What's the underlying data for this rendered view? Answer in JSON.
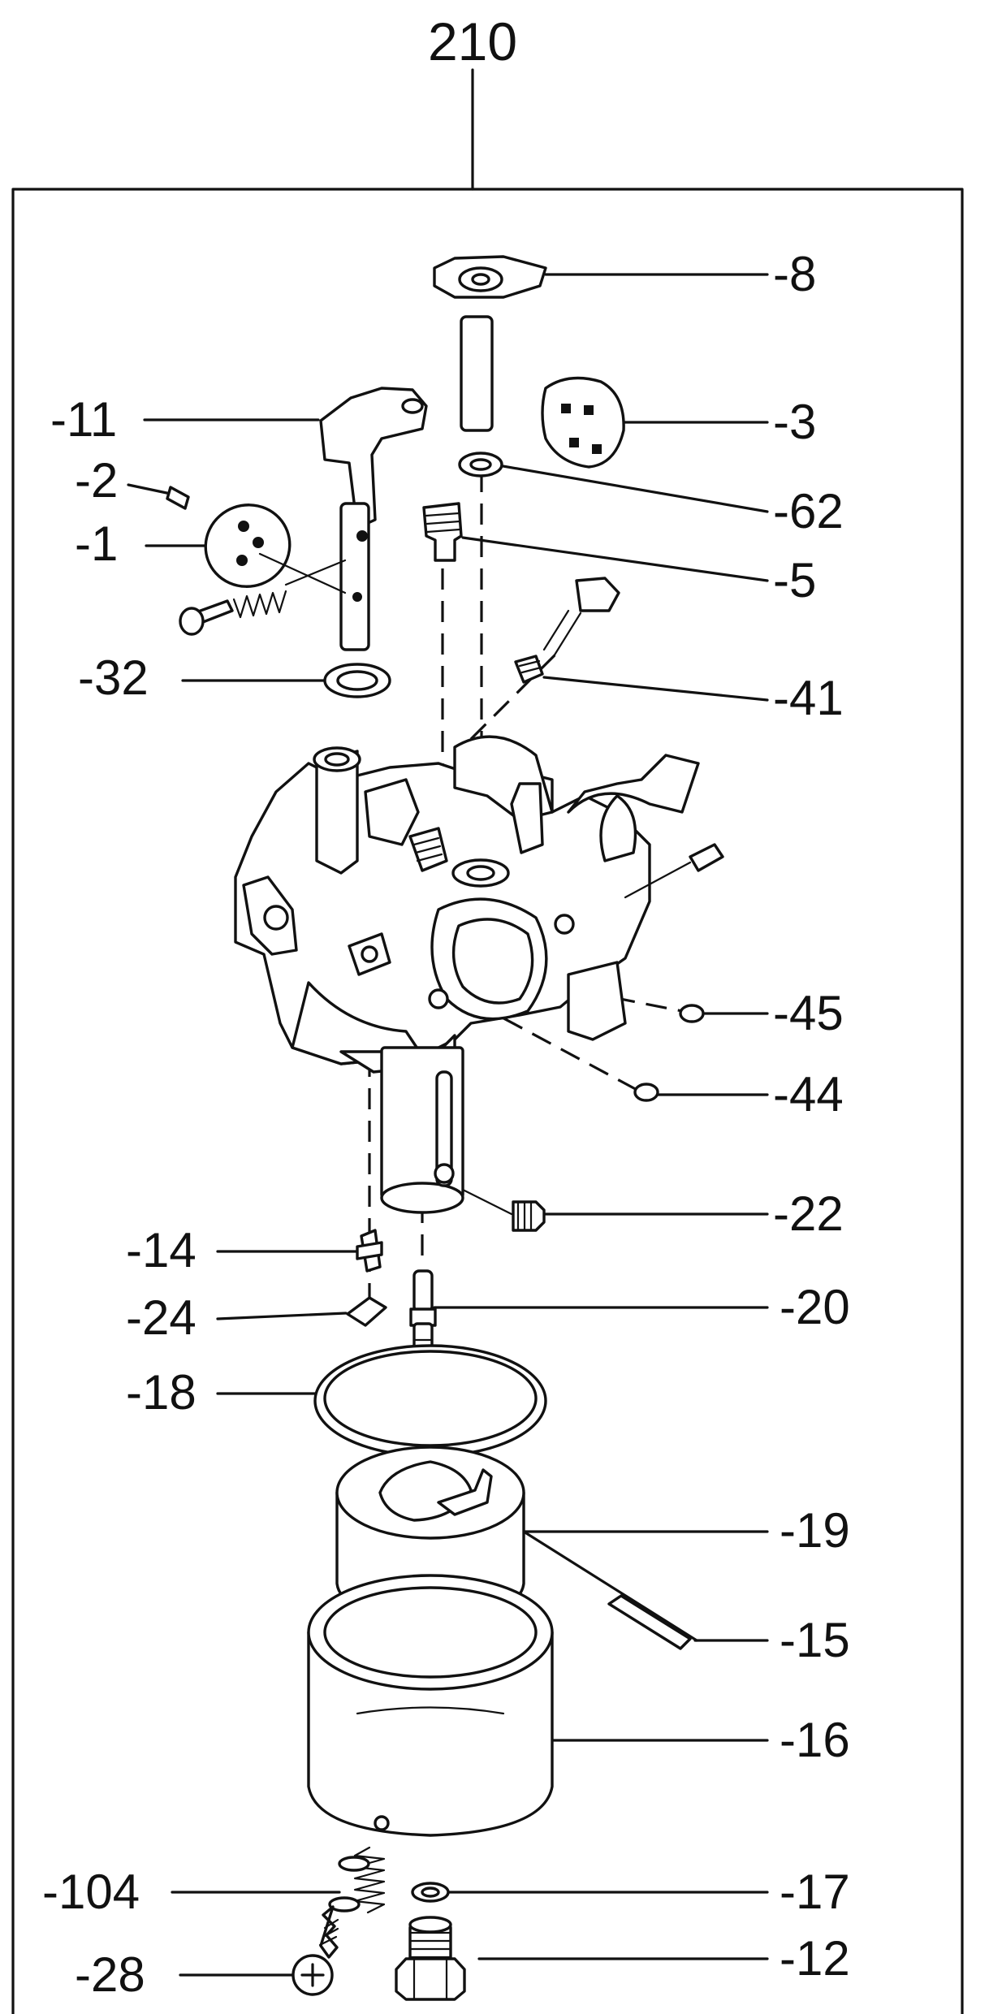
{
  "diagram": {
    "assembly_number": "210",
    "parts": [
      {
        "id": "p8",
        "label": "-8"
      },
      {
        "id": "p11",
        "label": "-11"
      },
      {
        "id": "p3",
        "label": "-3"
      },
      {
        "id": "p2",
        "label": "-2"
      },
      {
        "id": "p62",
        "label": "-62"
      },
      {
        "id": "p1",
        "label": "-1"
      },
      {
        "id": "p5",
        "label": "-5"
      },
      {
        "id": "p32",
        "label": "-32"
      },
      {
        "id": "p41",
        "label": "-41"
      },
      {
        "id": "p45",
        "label": "-45"
      },
      {
        "id": "p44",
        "label": "-44"
      },
      {
        "id": "p22",
        "label": "-22"
      },
      {
        "id": "p14",
        "label": "-14"
      },
      {
        "id": "p24",
        "label": "-24"
      },
      {
        "id": "p20",
        "label": "-20"
      },
      {
        "id": "p18",
        "label": "-18"
      },
      {
        "id": "p19",
        "label": "-19"
      },
      {
        "id": "p15",
        "label": "-15"
      },
      {
        "id": "p16",
        "label": "-16"
      },
      {
        "id": "p104",
        "label": "-104"
      },
      {
        "id": "p17",
        "label": "-17"
      },
      {
        "id": "p28",
        "label": "-28"
      },
      {
        "id": "p12",
        "label": "-12"
      }
    ]
  }
}
